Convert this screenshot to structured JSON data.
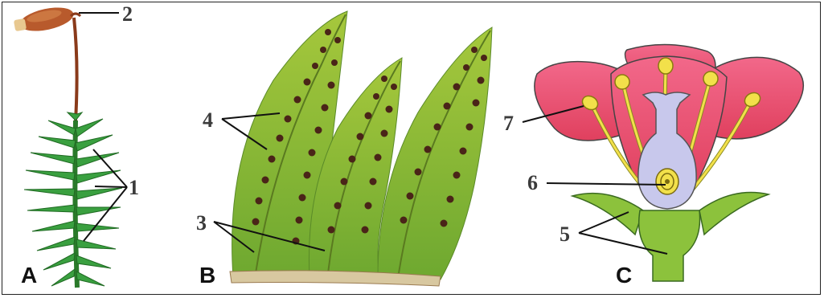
{
  "panels": {
    "a": "A",
    "b": "B",
    "c": "C"
  },
  "labels": {
    "l1": "1",
    "l2": "2",
    "l3": "3",
    "l4": "4",
    "l5": "5",
    "l6": "6",
    "l7": "7"
  },
  "colors": {
    "moss_green": "#3a9a3a",
    "capsule": "#b0562a",
    "fern_green": "#8ab838",
    "sorus": "#4a2a1a",
    "petal": "#ef5a78",
    "pistil": "#c8c8ec",
    "stamen": "#f2e04a",
    "receptacle": "#8cc23c"
  }
}
